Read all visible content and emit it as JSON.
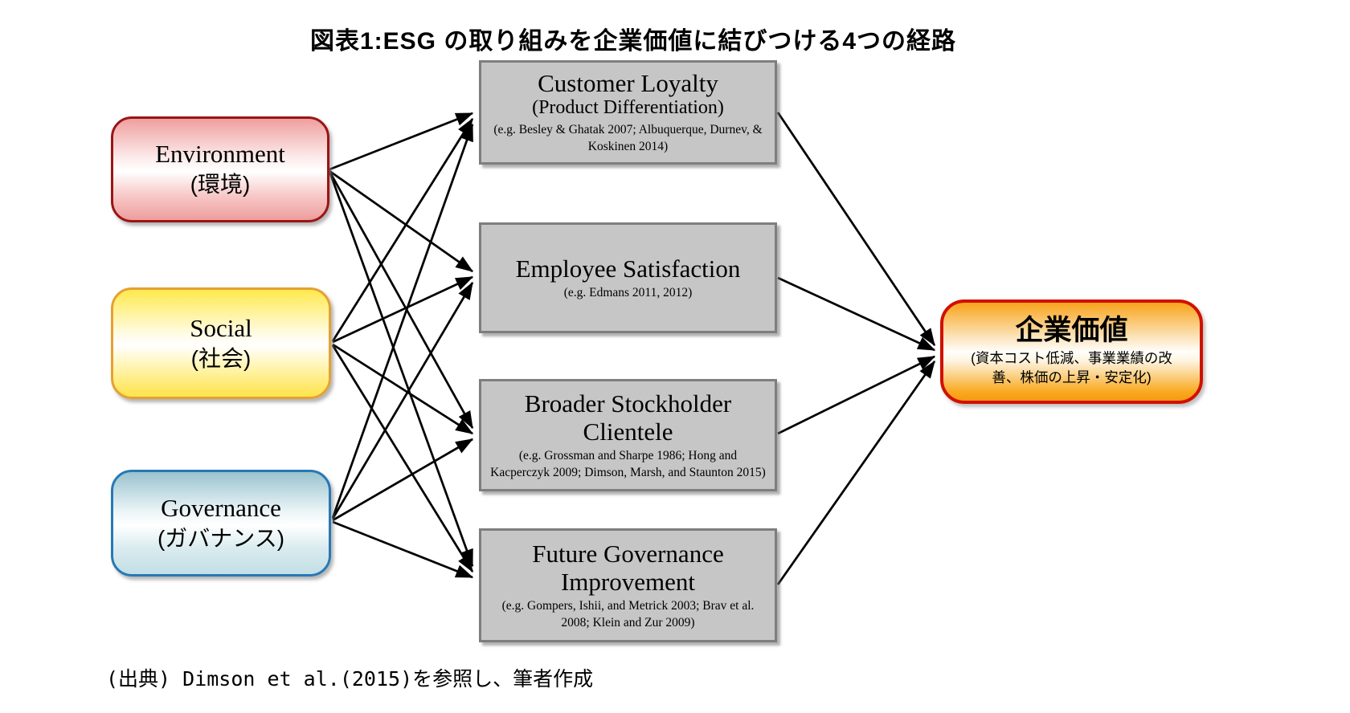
{
  "title": "図表1:ESG の取り組みを企業価値に結びつける4つの経路",
  "source_note": "(出典) Dimson et al.(2015)を参照し、筆者作成",
  "esg_nodes": [
    {
      "name_en": "Environment",
      "name_ja": "(環境)"
    },
    {
      "name_en": "Social",
      "name_ja": "(社会)"
    },
    {
      "name_en": "Governance",
      "name_ja": "(ガバナンス)"
    }
  ],
  "channel_nodes": [
    {
      "title": "Customer Loyalty",
      "subtitle": "(Product Differentiation)",
      "citation": "(e.g. Besley & Ghatak 2007; Albuquerque, Durnev, & Koskinen 2014)"
    },
    {
      "title": "Employee Satisfaction",
      "citation": "(e.g. Edmans 2011, 2012)"
    },
    {
      "title": "Broader Stockholder Clientele",
      "citation": "(e.g. Grossman and Sharpe 1986; Hong and Kacperczyk 2009; Dimson, Marsh, and Staunton 2015)"
    },
    {
      "title": "Future Governance Improvement",
      "citation": "(e.g. Gompers, Ishii, and Metrick 2003; Brav et al. 2008; Klein and Zur 2009)"
    }
  ],
  "outcome_node": {
    "title": "企業価値",
    "subtitle": "(資本コスト低減、事業業績の改善、株価の上昇・安定化)"
  },
  "colors": {
    "environment_border": "#9b1515",
    "social_border": "#e5a033",
    "governance_border": "#2778b5",
    "channel_fill": "#c6c6c6",
    "channel_border": "#7e7e7e",
    "outcome_border": "#d11000",
    "arrow": "#000000"
  }
}
